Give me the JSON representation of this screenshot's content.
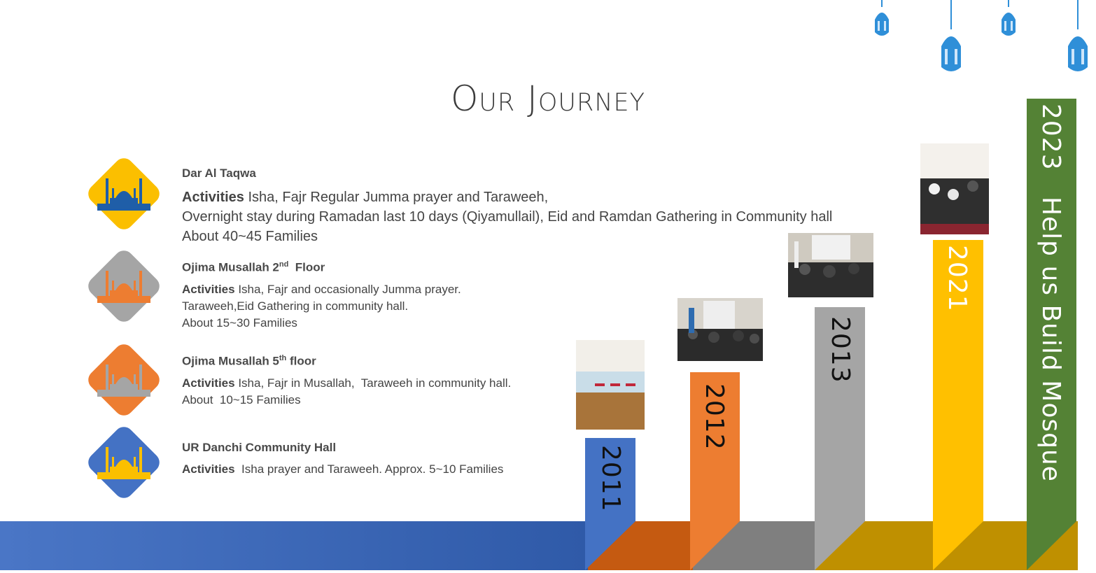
{
  "title": "Our Journey",
  "entries": [
    {
      "name": "Dar Al Taqwa",
      "activities_label": "Activities",
      "line1": " Isha, Fajr Regular Jumma prayer and Taraweeh,",
      "line2": "Overnight stay during Ramadan last 10 days (Qiyamullail), Eid and Ramdan Gathering in Community hall",
      "line3": "About 40~45 Families",
      "icon_color": "#fbbf00",
      "mosque_color": "#1f5ea8"
    },
    {
      "name_pre": "Ojima Musallah 2",
      "name_sup": "nd",
      "name_post": "  Floor",
      "activities_label": "Activities",
      "line1": " Isha, Fajr and occasionally Jumma prayer.",
      "line2": "Taraweeh,Eid Gathering in community hall.",
      "line3": "About 15~30 Families",
      "icon_color": "#a5a5a5",
      "mosque_color": "#ed7d31"
    },
    {
      "name_pre": "Ojima Musallah 5",
      "name_sup": "th",
      "name_post": " floor",
      "activities_label": "Activities",
      "line1": " Isha, Fajr in Musallah,  Taraweeh in community hall.",
      "line2": "About  10~15 Families",
      "icon_color": "#ed7d31",
      "mosque_color": "#a5a5a5"
    },
    {
      "name": "UR Danchi Community Hall",
      "activities_label": "Activities",
      "line1": "  Isha prayer and Taraweeh. Approx. 5~10 Families",
      "icon_color": "#4472c4",
      "mosque_color": "#fbbf00"
    }
  ],
  "timeline": {
    "years": [
      "2011",
      "2012",
      "2013",
      "2021"
    ],
    "final_label": "2023   Help us Build Mosque",
    "colors": {
      "blue": "#4472c4",
      "orange": "#ed7d31",
      "gray": "#a5a5a5",
      "yellow": "#ffc000",
      "green": "#548235",
      "lantern": "#2f8fd8"
    }
  }
}
